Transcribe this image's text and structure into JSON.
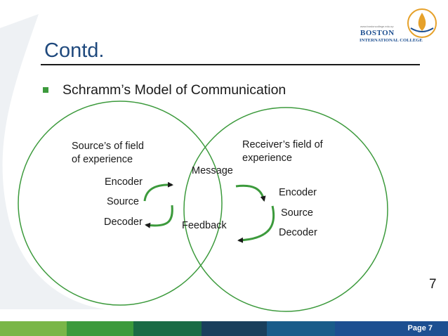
{
  "slide": {
    "title": "Contd.",
    "subtitle": "Schramm’s Model of Communication",
    "page_number": "7",
    "footer_page": "Page 7"
  },
  "logo": {
    "url": "www.bostoncollege.edu.np",
    "name": "BOSTON",
    "subtitle": "INTERNATIONAL COLLEGE"
  },
  "diagram": {
    "source_field": [
      "Source’s of field",
      "of experience"
    ],
    "receiver_field": [
      "Receiver’s field of",
      "experience"
    ],
    "source_roles": [
      "Encoder",
      "Source",
      "Decoder"
    ],
    "receiver_roles": [
      "Encoder",
      "Source",
      "Decoder"
    ],
    "message": "Message",
    "feedback": "Feedback"
  },
  "colors": {
    "title": "#1f497d",
    "bullet": "#3c9a3c",
    "circle": "#3c9a3c",
    "arrow": "#3c9a3c",
    "footer": [
      "#7ab648",
      "#3c9a3c",
      "#1a6b45",
      "#1a3f5c",
      "#1a5c8a",
      "#1d4f91"
    ]
  }
}
